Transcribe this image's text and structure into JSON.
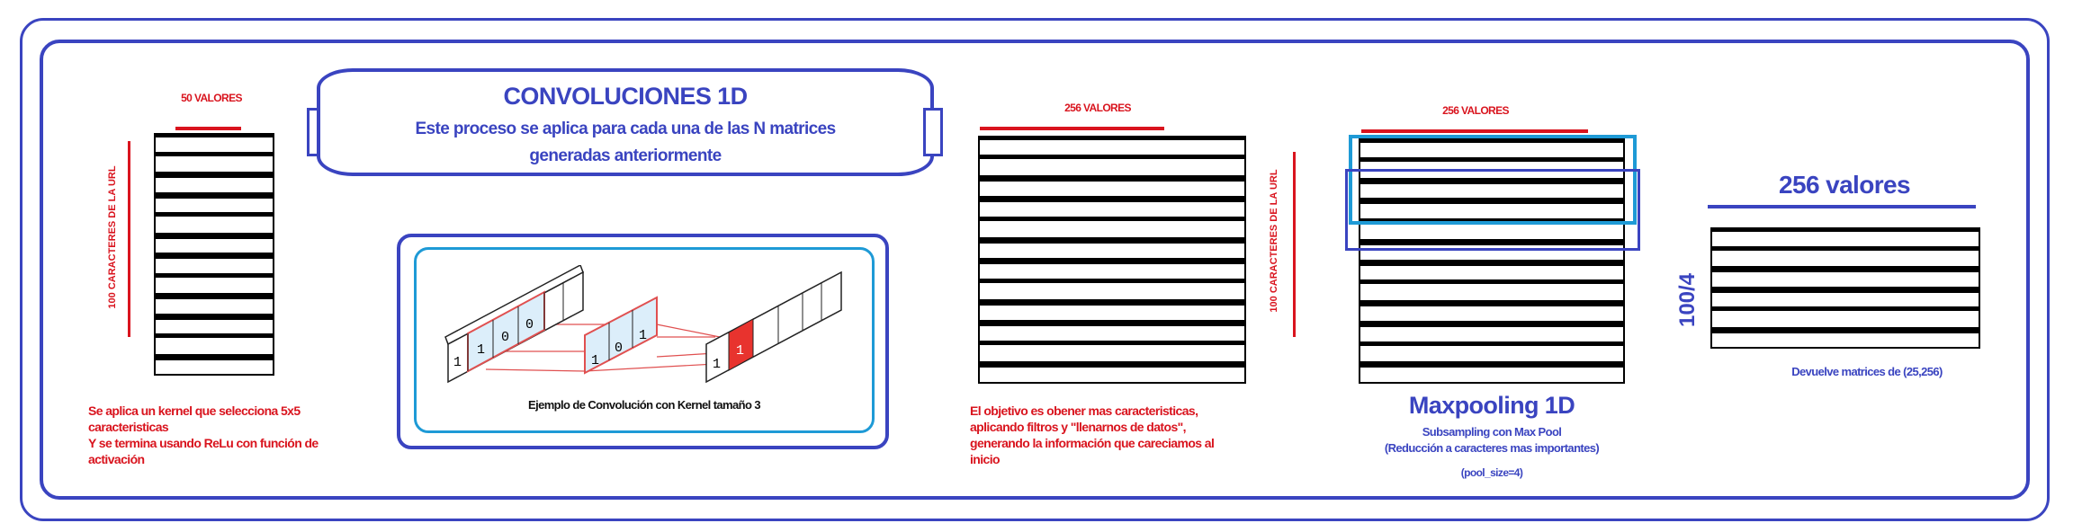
{
  "title": "CONVOLUCIONES 1D",
  "subtitle_line1": "Este proceso se aplica para cada una de las N matrices",
  "subtitle_line2": "generadas anteriormente",
  "input_matrix": {
    "width_label": "50  VALORES",
    "height_label": "100 CARACTERES DE LA URL",
    "description": [
      "Se aplica un kernel que selecciona 5x5",
      "caracteristicas",
      "Y se termina usando ReLu con función de",
      "activación"
    ]
  },
  "example": {
    "caption": "Ejemplo de Convolución con Kernel tamaño 3",
    "input_values": [
      "1",
      "1",
      "0",
      "0"
    ],
    "kernel_values": [
      "1",
      "0",
      "1"
    ],
    "output_values": [
      "1",
      "1"
    ]
  },
  "conv_matrix": {
    "width_label": "256 VALORES",
    "height_label": "100 CARACTERES DE LA URL",
    "description": [
      "El objetivo es obener mas caracteristicas,",
      "aplicando filtros y \"llenarnos de datos\",",
      "generando la información que careciamos al",
      "inicio"
    ]
  },
  "pool_matrix": {
    "width_label": "256 VALORES",
    "title": "Maxpooling 1D",
    "line1": "Subsampling con Max Pool",
    "line2": "(Reducción a caracteres mas importantes)",
    "line3": "(pool_size=4)"
  },
  "output_matrix": {
    "width_label": "256 valores",
    "height_label": "100/4",
    "description": "Devuelve matrices de (25,256)"
  },
  "colors": {
    "blue": "#3a44c0",
    "red": "#d9141e",
    "light_blue": "#1e9ad6"
  }
}
